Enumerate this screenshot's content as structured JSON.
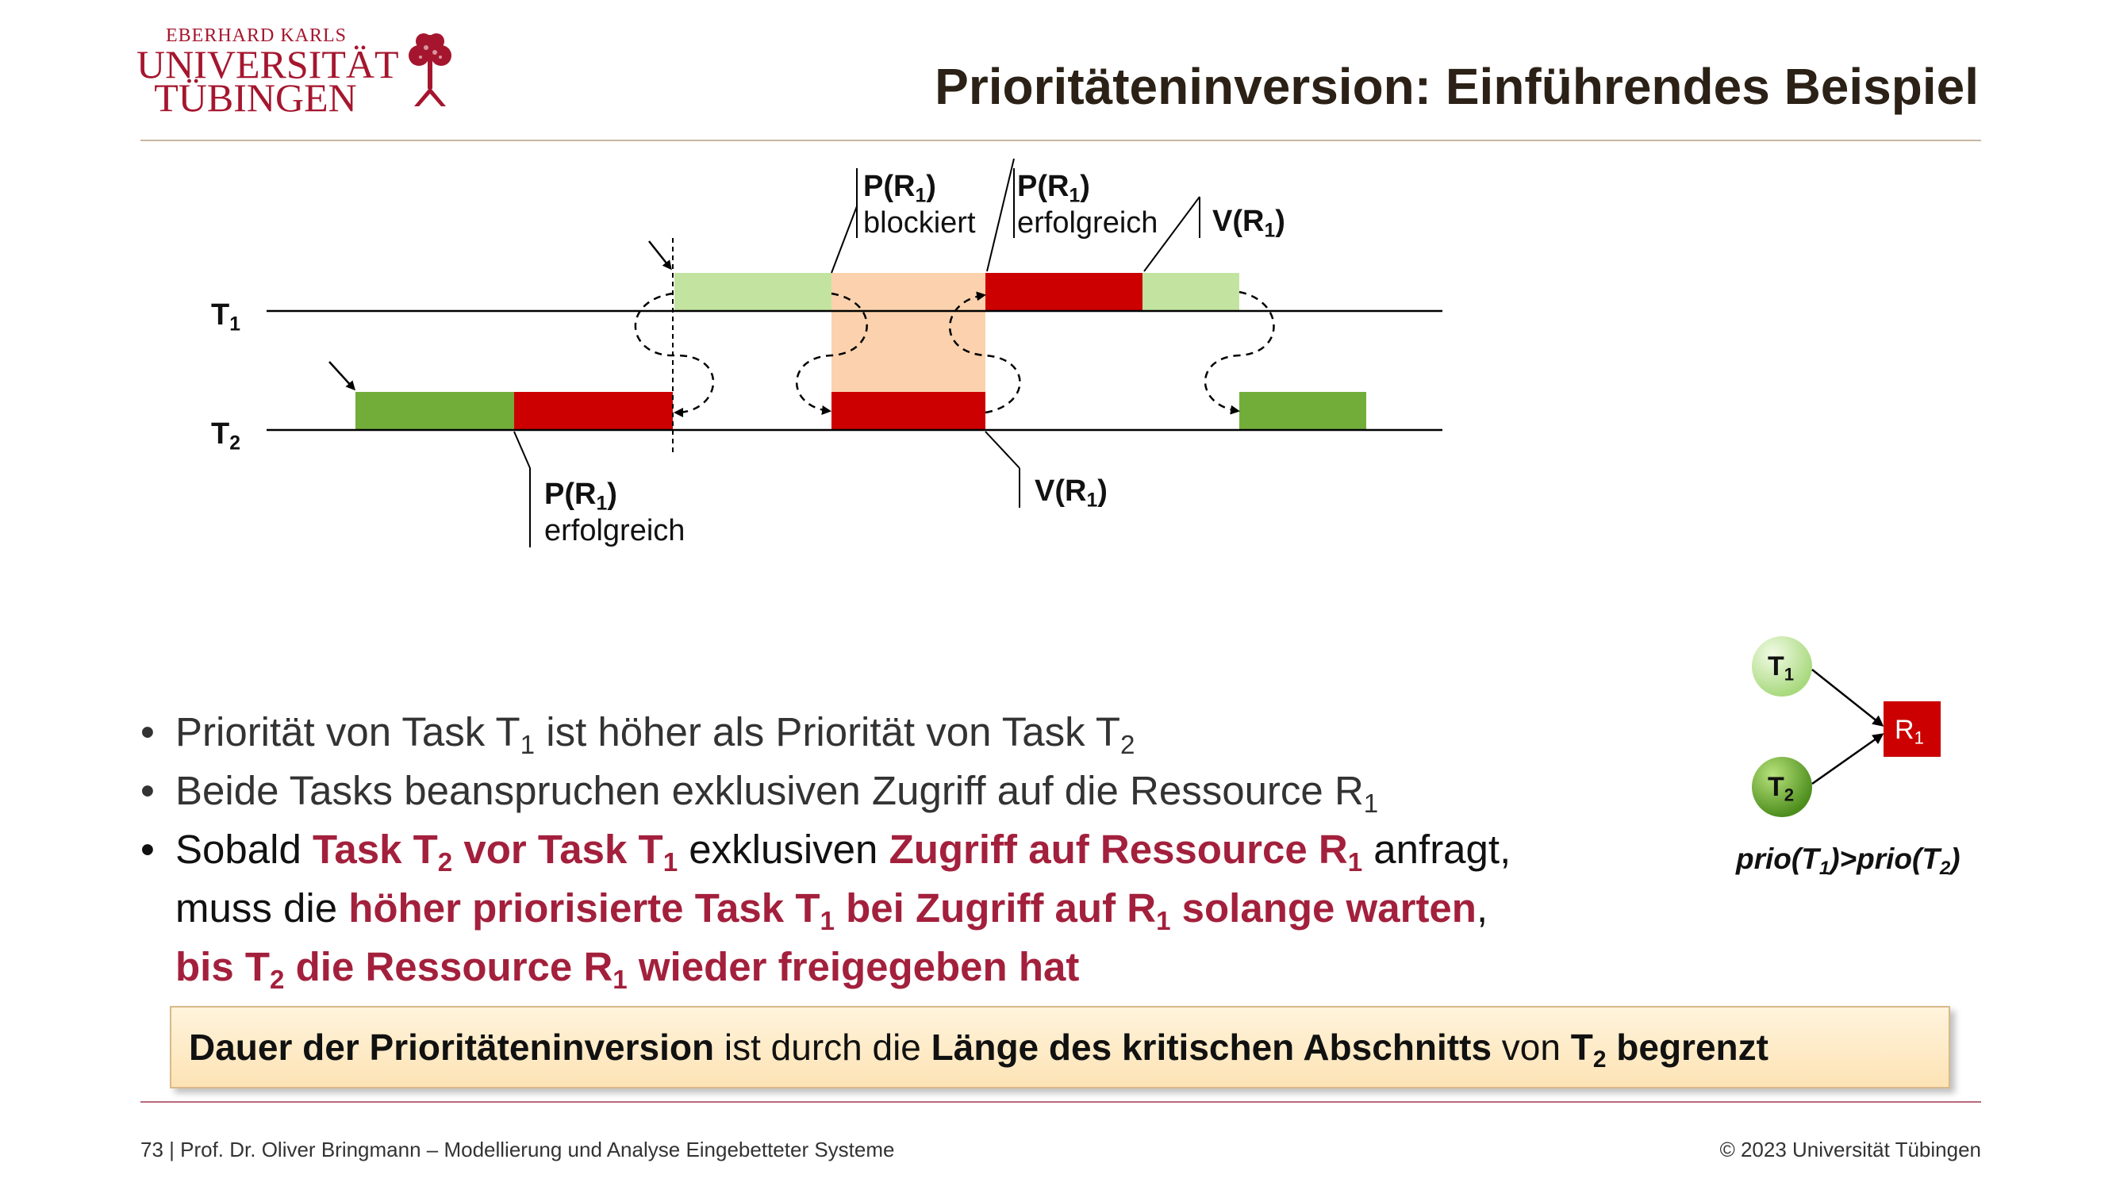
{
  "logo": {
    "line1": "EBERHARD KARLS",
    "line2": "UNIVERSITÄT",
    "line3": "TÜBINGEN"
  },
  "slide": {
    "title": "Prioritäteninversion: Einführendes Beispiel"
  },
  "diagram": {
    "rows": [
      {
        "name": "T",
        "sub": "1"
      },
      {
        "name": "T",
        "sub": "2"
      }
    ],
    "labels": {
      "p_label": "P(R",
      "v_label": "V(R",
      "sub_one": "1",
      "close_paren": ")",
      "blockiert": "blockiert",
      "erfolgreich": "erfolgreich"
    },
    "colors": {
      "light_green": "#c2e4a0",
      "dark_green": "#72ad3a",
      "red": "#cc0000",
      "orange": "#fbd2ad"
    }
  },
  "resource_graph": {
    "t1": "T",
    "t1_sub": "1",
    "t2": "T",
    "t2_sub": "2",
    "r1": "R",
    "r1_sub": "1",
    "prio_a": "prio(T",
    "prio_b": ")>prio(T",
    "prio_c": ")"
  },
  "bullets": {
    "b1_a": "Priorität von Task T",
    "b1_sub1": "1",
    "b1_b": " ist höher als Priorität von Task T",
    "b1_sub2": "2",
    "b2_a": "Beide Tasks beanspruchen exklusiven Zugriff auf die  Ressource R",
    "b2_sub": "1",
    "b3_a": "Sobald ",
    "b3_hl1": "Task T",
    "b3_sub1": "2",
    "b3_hl2": " vor Task T",
    "b3_sub2": "1",
    "b3_b": " exklusiven ",
    "b3_hl3": "Zugriff auf Ressource R",
    "b3_sub3": "1",
    "b3_c": " anfragt,",
    "b4_a": "muss die ",
    "b4_hl1": "höher priorisierte Task T",
    "b4_sub1": "1",
    "b4_hl2": " bei Zugriff auf R",
    "b4_sub2": "1",
    "b4_hl3": " solange warten",
    "b4_b": ",",
    "b5_hl1": "bis T",
    "b5_sub1": "2",
    "b5_hl2": " die Ressource R",
    "b5_sub2": "1",
    "b5_hl3": " wieder freigegeben hat"
  },
  "summary": {
    "s1": "Dauer der Prioritäteninversion",
    "s2": " ist durch die ",
    "s3": "Länge des kritischen Abschnitts",
    "s4": " von ",
    "s5": "T",
    "s5_sub": "2",
    "s6": " begrenzt"
  },
  "footer": {
    "left": "73 | Prof. Dr. Oliver Bringmann – Modellierung und Analyse Eingebetteter Systeme",
    "right": "© 2023 Universität Tübingen"
  }
}
